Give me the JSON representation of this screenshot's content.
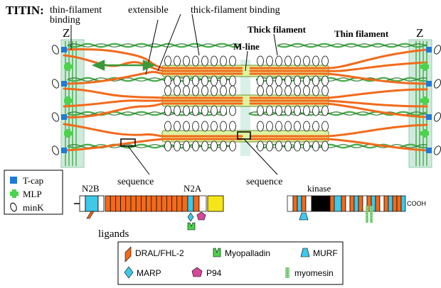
{
  "labels": {
    "titin": "TITIN:",
    "thin_binding": "thin-filament\nbinding",
    "extensible": "extensible",
    "thick_binding": "thick-filament binding",
    "thick_filament": "Thick filament",
    "thin_filament": "Thin filament",
    "m_line": "M-line",
    "z_left": "Z",
    "z_right": "Z",
    "sequence_left": "sequence",
    "sequence_right": "sequence",
    "n2b": "N2B",
    "n2a": "N2A",
    "kinase": "kinase",
    "cooh": "COOH",
    "ligands": "ligands"
  },
  "key_left": [
    {
      "name": "T-cap",
      "icon": "square-blue"
    },
    {
      "name": "MLP",
      "icon": "cross-green"
    },
    {
      "name": "minK",
      "icon": "ellipse-outline"
    }
  ],
  "ligands": [
    {
      "name": "DRAL/FHL-2",
      "icon": "parallelogram-orange"
    },
    {
      "name": "Myopalladin",
      "icon": "cup-green"
    },
    {
      "name": "MURF",
      "icon": "trapezoid-cyan"
    },
    {
      "name": "MARP",
      "icon": "diamond-cyan"
    },
    {
      "name": "P94",
      "icon": "pentagon-magenta"
    },
    {
      "name": "myomesin",
      "icon": "dashed-bar-green"
    }
  ],
  "colors": {
    "titin": "#f26a1b",
    "thin": "#4caf50",
    "thick_fill": "#ddf3a0",
    "tcap": "#1e7bd8",
    "mlp": "#4cd24c",
    "cyan": "#3fc8e8",
    "magenta": "#d6489a",
    "yellow": "#f5e51a",
    "black": "#000000"
  }
}
